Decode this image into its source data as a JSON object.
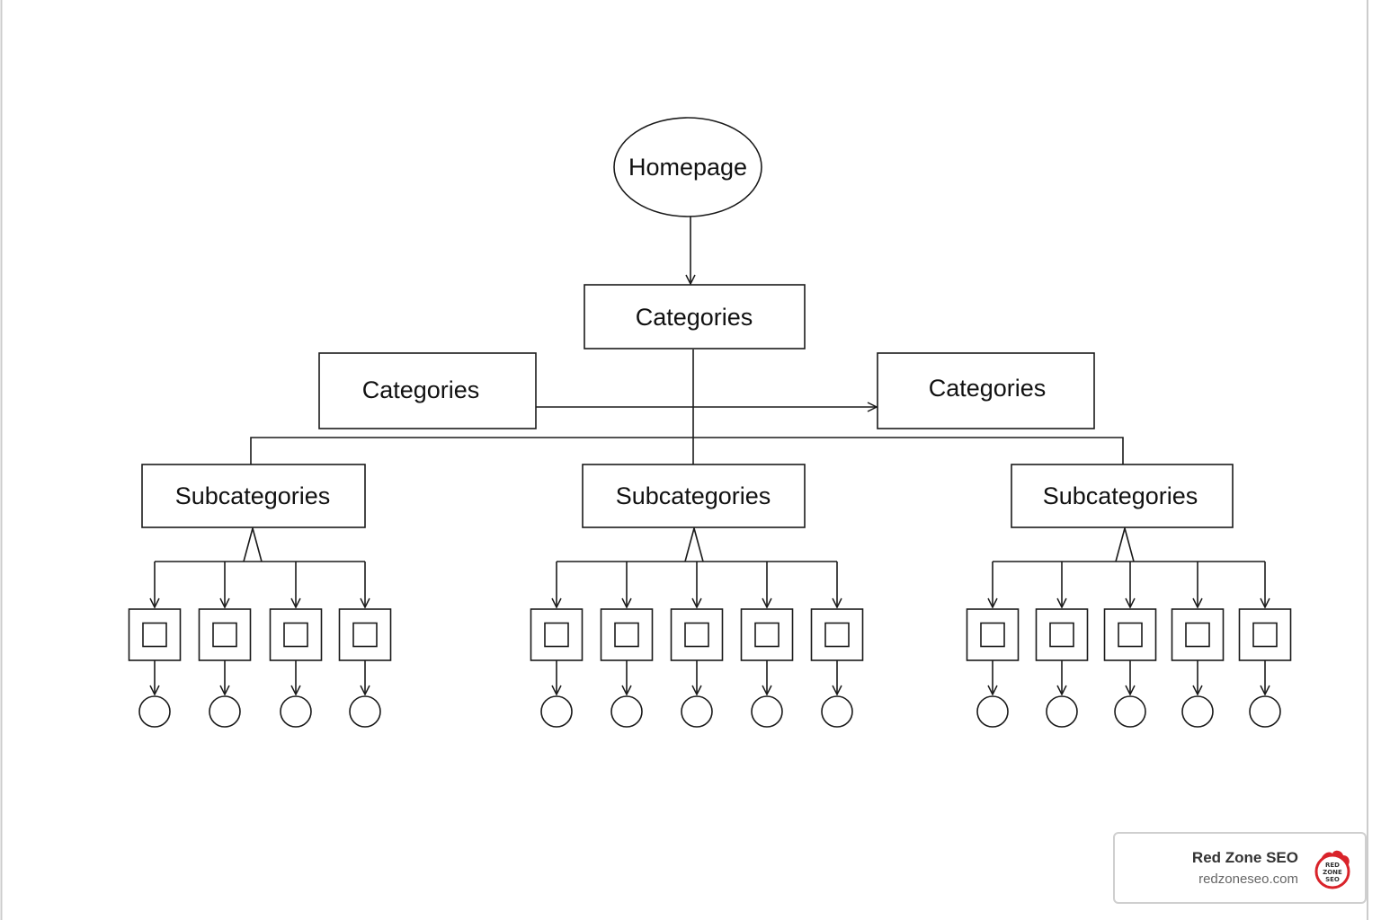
{
  "diagram": {
    "root": {
      "label": "Homepage"
    },
    "category_main": {
      "label": "Categories"
    },
    "category_left": {
      "label": "Categories"
    },
    "category_right": {
      "label": "Categories"
    },
    "subcategories": [
      {
        "label": "Subcategories",
        "pages": 4
      },
      {
        "label": "Subcategories",
        "pages": 5
      },
      {
        "label": "Subcategories",
        "pages": 5
      }
    ]
  },
  "watermark": {
    "name": "Red Zone SEO",
    "url": "redzoneseo.com",
    "logo_text": [
      "RED",
      "ZONE",
      "SEO"
    ],
    "accent_color": "#d9232a"
  }
}
